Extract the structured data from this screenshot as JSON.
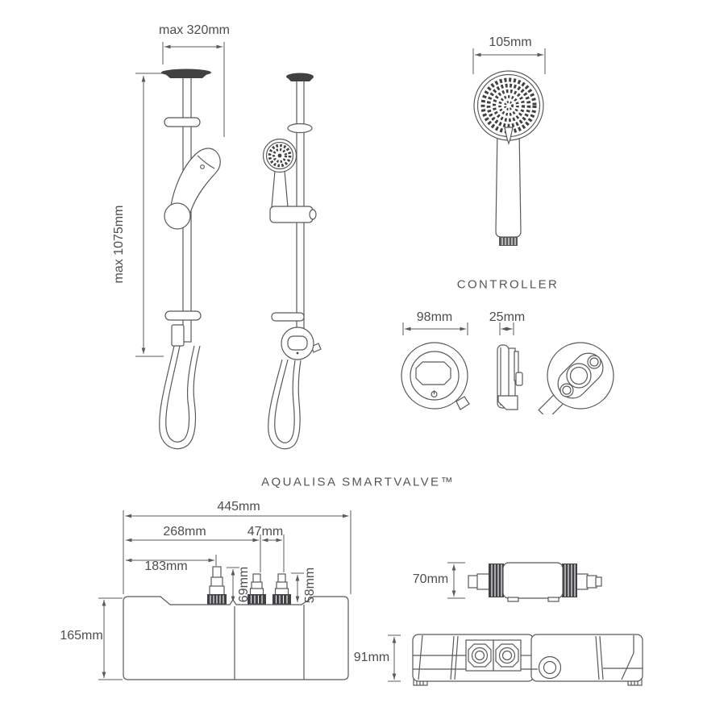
{
  "titles": {
    "controller_section": "CONTROLLER",
    "valve_section": "AQUALISA SMARTVALVE™"
  },
  "shower_rail": {
    "max_width": "max 320mm",
    "max_height": "max 1075mm"
  },
  "handset": {
    "head_diameter": "105mm"
  },
  "controller": {
    "face_diameter": "98mm",
    "depth": "25mm"
  },
  "smartvalve": {
    "overall_width": "445mm",
    "inlet_span": "268mm",
    "inlet_spacing": "47mm",
    "first_inlet_offset": "183mm",
    "tall_connector_height": "69mm",
    "short_connector_height": "58mm",
    "body_height": "165mm",
    "body_depth": "70mm",
    "side_profile_height": "91mm"
  },
  "colors": {
    "line": "#58595b",
    "dark_fill": "#414042",
    "text": "#4d4d4f",
    "background": "#ffffff"
  }
}
